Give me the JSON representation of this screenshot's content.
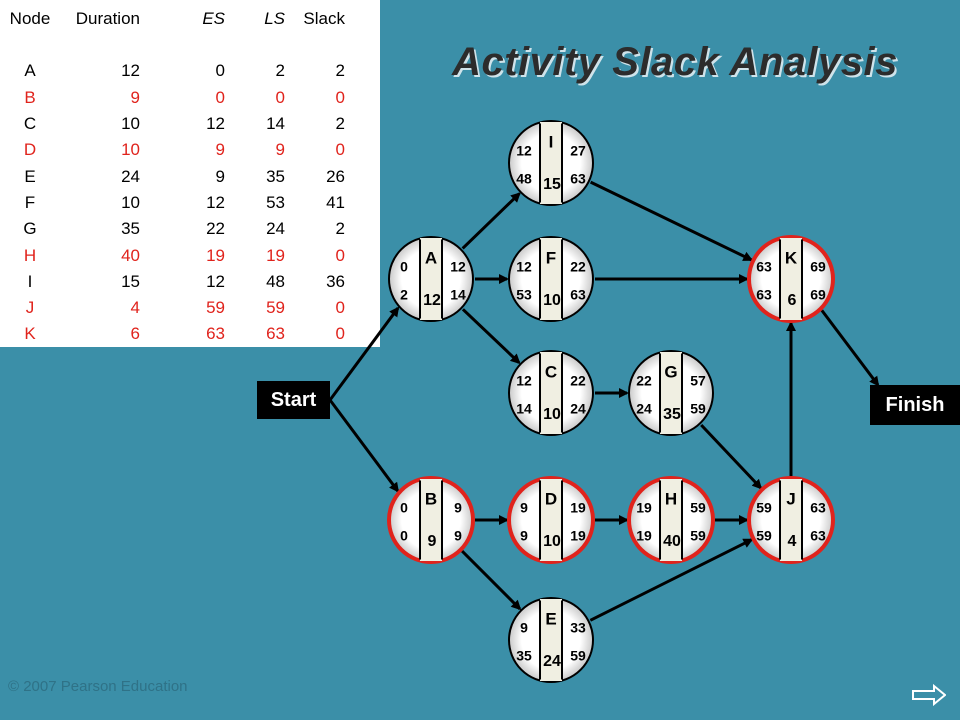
{
  "title": "Activity Slack Analysis",
  "table": {
    "headers": {
      "node": "Node",
      "duration": "Duration",
      "es": "ES",
      "ls": "LS",
      "slack": "Slack"
    },
    "rows": [
      {
        "node": "A",
        "duration": "12",
        "es": "0",
        "ls": "2",
        "slack": "2",
        "critical": false
      },
      {
        "node": "B",
        "duration": "9",
        "es": "0",
        "ls": "0",
        "slack": "0",
        "critical": true
      },
      {
        "node": "C",
        "duration": "10",
        "es": "12",
        "ls": "14",
        "slack": "2",
        "critical": false
      },
      {
        "node": "D",
        "duration": "10",
        "es": "9",
        "ls": "9",
        "slack": "0",
        "critical": true
      },
      {
        "node": "E",
        "duration": "24",
        "es": "9",
        "ls": "35",
        "slack": "26",
        "critical": false
      },
      {
        "node": "F",
        "duration": "10",
        "es": "12",
        "ls": "53",
        "slack": "41",
        "critical": false
      },
      {
        "node": "G",
        "duration": "35",
        "es": "22",
        "ls": "24",
        "slack": "2",
        "critical": false
      },
      {
        "node": "H",
        "duration": "40",
        "es": "19",
        "ls": "19",
        "slack": "0",
        "critical": true
      },
      {
        "node": "I",
        "duration": "15",
        "es": "12",
        "ls": "48",
        "slack": "36",
        "critical": false
      },
      {
        "node": "J",
        "duration": "4",
        "es": "59",
        "ls": "59",
        "slack": "0",
        "critical": true
      },
      {
        "node": "K",
        "duration": "6",
        "es": "63",
        "ls": "63",
        "slack": "0",
        "critical": true
      }
    ]
  },
  "network": {
    "start_label": "Start",
    "finish_label": "Finish",
    "nodes": [
      {
        "id": "I",
        "duration": "15",
        "es": "12",
        "ef": "27",
        "ls": "48",
        "lf": "63",
        "critical": false
      },
      {
        "id": "A",
        "duration": "12",
        "es": "0",
        "ef": "12",
        "ls": "2",
        "lf": "14",
        "critical": false
      },
      {
        "id": "F",
        "duration": "10",
        "es": "12",
        "ef": "22",
        "ls": "53",
        "lf": "63",
        "critical": false
      },
      {
        "id": "K",
        "duration": "6",
        "es": "63",
        "ef": "69",
        "ls": "63",
        "lf": "69",
        "critical": true
      },
      {
        "id": "C",
        "duration": "10",
        "es": "12",
        "ef": "22",
        "ls": "14",
        "lf": "24",
        "critical": false
      },
      {
        "id": "G",
        "duration": "35",
        "es": "22",
        "ef": "57",
        "ls": "24",
        "lf": "59",
        "critical": false
      },
      {
        "id": "B",
        "duration": "9",
        "es": "0",
        "ef": "9",
        "ls": "0",
        "lf": "9",
        "critical": true
      },
      {
        "id": "D",
        "duration": "10",
        "es": "9",
        "ef": "19",
        "ls": "9",
        "lf": "19",
        "critical": true
      },
      {
        "id": "H",
        "duration": "40",
        "es": "19",
        "ef": "59",
        "ls": "19",
        "lf": "59",
        "critical": true
      },
      {
        "id": "J",
        "duration": "4",
        "es": "59",
        "ef": "63",
        "ls": "59",
        "lf": "63",
        "critical": true
      },
      {
        "id": "E",
        "duration": "24",
        "es": "9",
        "ef": "33",
        "ls": "35",
        "lf": "59",
        "critical": false
      }
    ],
    "edges": [
      [
        "Start",
        "A"
      ],
      [
        "Start",
        "B"
      ],
      [
        "A",
        "I"
      ],
      [
        "A",
        "F"
      ],
      [
        "A",
        "C"
      ],
      [
        "I",
        "K"
      ],
      [
        "F",
        "K"
      ],
      [
        "C",
        "G"
      ],
      [
        "G",
        "J"
      ],
      [
        "B",
        "D"
      ],
      [
        "B",
        "E"
      ],
      [
        "D",
        "H"
      ],
      [
        "H",
        "J"
      ],
      [
        "E",
        "J"
      ],
      [
        "J",
        "K"
      ],
      [
        "K",
        "Finish"
      ]
    ]
  },
  "colors": {
    "background": "#3b8fa8",
    "critical": "#e0231c",
    "text": "#000000",
    "node_center": "#f0efe2",
    "node_ring": "#c8c8c8"
  },
  "footer": {
    "copyright": "© 2007 Pearson Education",
    "next_icon": "next-arrow-icon"
  }
}
